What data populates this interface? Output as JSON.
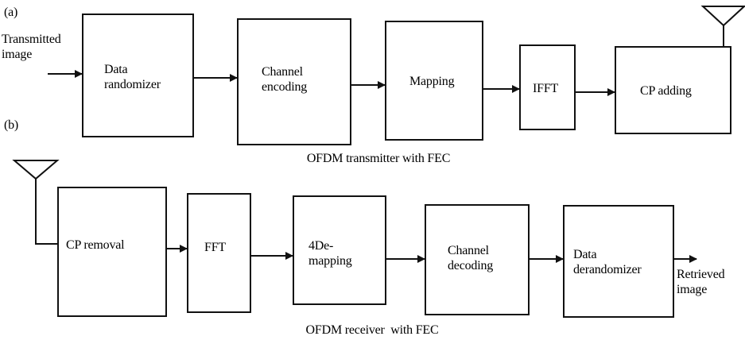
{
  "panel_labels": {
    "a": "(a)",
    "b": "(b)"
  },
  "transmitter": {
    "input_label": "Transmitted\nimage",
    "blocks": [
      {
        "label": "Data\nrandomizer"
      },
      {
        "label": "Channel\nencoding"
      },
      {
        "label": "Mapping"
      },
      {
        "label": "IFFT"
      },
      {
        "label": "CP adding"
      }
    ],
    "caption": "OFDM transmitter with FEC"
  },
  "receiver": {
    "blocks": [
      {
        "label": "CP removal"
      },
      {
        "label": "FFT"
      },
      {
        "label": "4De-\nmapping"
      },
      {
        "label": "Channel\ndecoding"
      },
      {
        "label": "Data\nderandomizer"
      }
    ],
    "output_label": "Retrieved\nimage",
    "caption": "OFDM receiver  with FEC"
  },
  "colors": {
    "stroke": "#111111",
    "background": "#ffffff"
  }
}
